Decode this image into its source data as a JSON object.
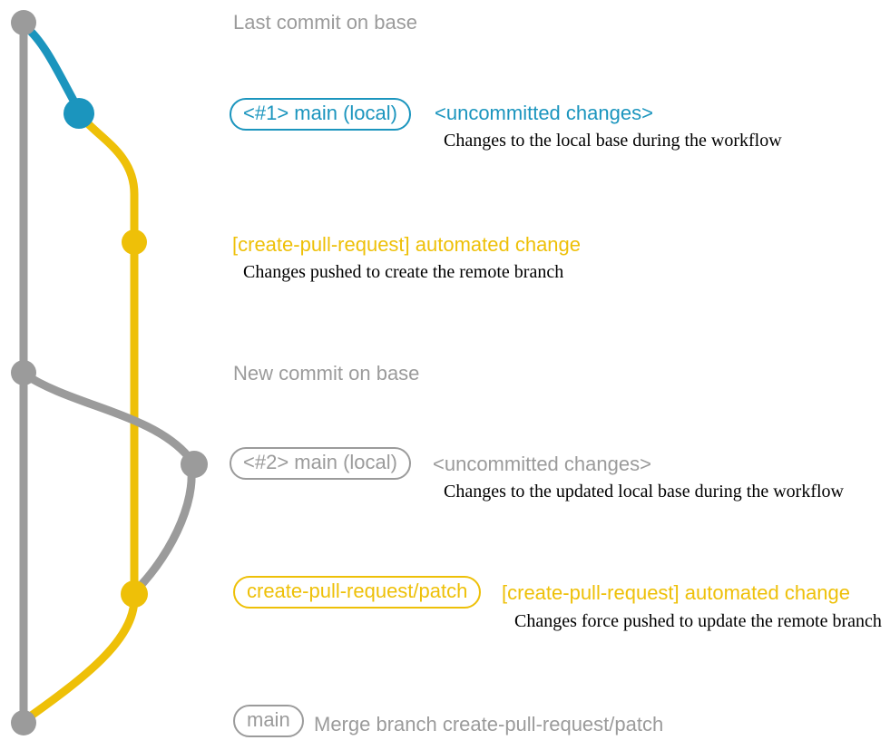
{
  "colors": {
    "gray": "#9b9b9b",
    "blue": "#1b95be",
    "yellow": "#eec008",
    "text_dark": "#000000",
    "background": "#ffffff"
  },
  "diagram": {
    "description": "Git commit graph for the create-pull-request workflow",
    "branches": [
      {
        "name": "base (main)",
        "color": "gray"
      },
      {
        "name": "main (local)",
        "color": "blue"
      },
      {
        "name": "create-pull-request/patch",
        "color": "yellow"
      }
    ]
  },
  "events": [
    {
      "label": "Last commit on base"
    },
    {
      "badge": "<#1> main (local)",
      "title": "<uncommitted changes>",
      "note": "Changes to the local base during the workflow"
    },
    {
      "title": "[create-pull-request] automated change",
      "note": "Changes pushed to create the remote branch"
    },
    {
      "label": "New commit on base"
    },
    {
      "badge": "<#2> main (local)",
      "title": "<uncommitted changes>",
      "note": "Changes to the updated local base during the workflow"
    },
    {
      "badge": "create-pull-request/patch",
      "title": "[create-pull-request] automated change",
      "note": "Changes force pushed to update the remote branch"
    },
    {
      "badge": "main",
      "label": "Merge branch create-pull-request/patch"
    }
  ]
}
